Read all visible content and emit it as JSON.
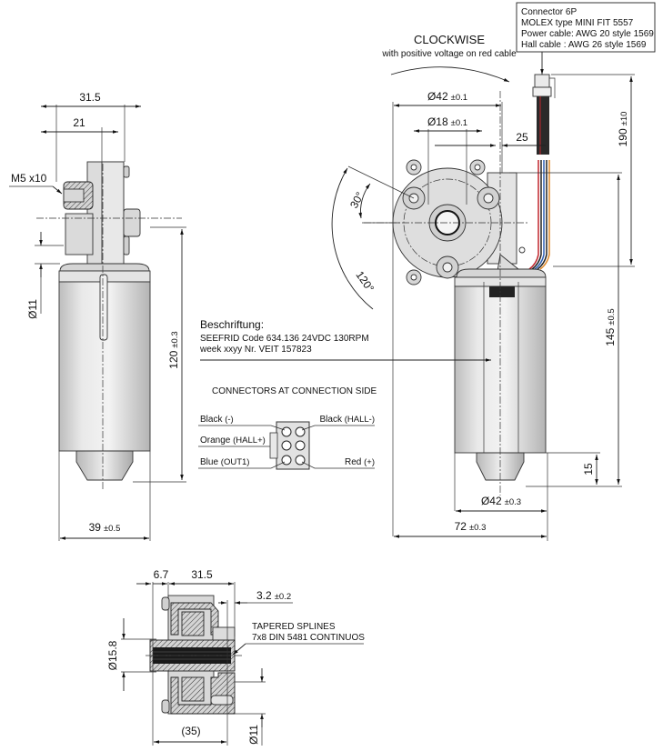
{
  "rotation": {
    "title": "CLOCKWISE",
    "subtitle": "with positive voltage on red cable"
  },
  "connector_box": {
    "lines": [
      "Connector 6P",
      "MOLEX type MINI FIT 5557",
      "Power cable: AWG 20 style 1569",
      "Hall cable    : AWG 26 style 1569"
    ]
  },
  "side_view": {
    "dim_top_outer": "31.5",
    "dim_top_inner": "21",
    "thread_label": "M5 x10",
    "dim_shaft_dia": "Ø11",
    "dim_length": {
      "value": "120",
      "tol": "±0.3"
    },
    "dim_width": {
      "value": "39",
      "tol": "±0.5"
    }
  },
  "front_view": {
    "dim_flange_dia": {
      "value": "Ø42",
      "tol": "±0.1"
    },
    "dim_hub_dia": {
      "value": "Ø18",
      "tol": "±0.1"
    },
    "dim_offset": "25",
    "angle_small": "30°",
    "angle_large": "120°",
    "dim_cable": {
      "value": "190",
      "tol": "±10"
    },
    "dim_height": {
      "value": "145",
      "tol": "±0.5"
    },
    "dim_end": "15",
    "dim_motor_dia": {
      "value": "Ø42",
      "tol": "±0.3"
    },
    "dim_total_width": {
      "value": "72",
      "tol": "±0.3"
    }
  },
  "marking": {
    "title": "Beschriftung:",
    "line1": "SEEFRID Code 634.136 24VDC 130RPM",
    "line2": "week xxyy Nr. VEIT 157823"
  },
  "connectors": {
    "title": "CONNECTORS AT CONNECTION SIDE",
    "pins": {
      "top_left": {
        "color": "Black",
        "signal": "(-)"
      },
      "top_right": {
        "color": "Black",
        "signal": "(HALL-)"
      },
      "mid_left": {
        "color": "Orange",
        "signal": "(HALL+)"
      },
      "bot_left": {
        "color": "Blue",
        "signal": "(OUT1)"
      },
      "bot_right": {
        "color": "Red",
        "signal": "(+)"
      }
    }
  },
  "section_view": {
    "dim_a": "6.7",
    "dim_b": "31.5",
    "dim_gap": {
      "value": "3.2",
      "tol": "±0.2"
    },
    "spline_line1": "TAPERED SPLINES",
    "spline_line2": "7x8 DIN 5481 CONTINUOS",
    "dim_bore": "Ø15.8",
    "dim_pin": "Ø11",
    "dim_ref": "(35)"
  },
  "colors": {
    "wire_red": "#c0262d",
    "wire_blue": "#2f5fb3",
    "wire_orange": "#e08a2c",
    "wire_black": "#222222",
    "body_light": "#e6e6e6",
    "body_mid": "#c9c9c9"
  }
}
